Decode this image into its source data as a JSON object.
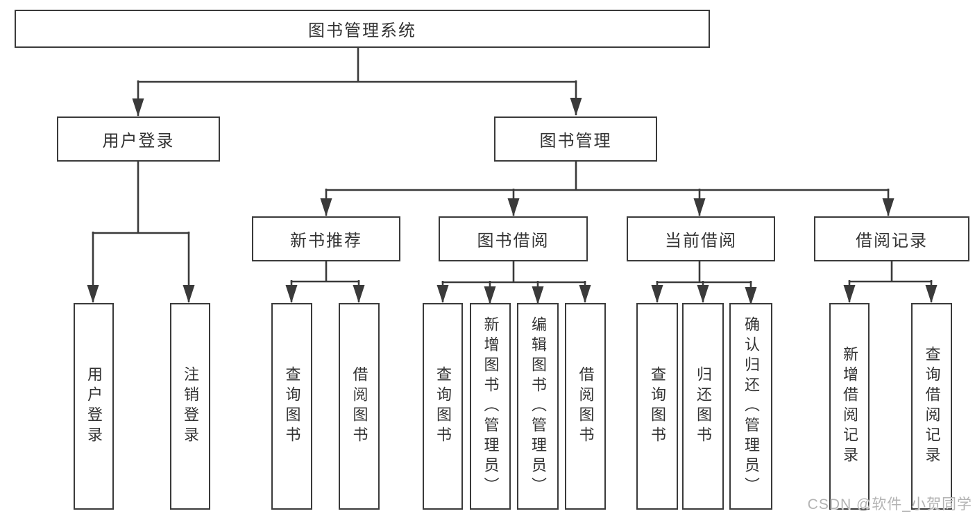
{
  "diagram": {
    "root": {
      "label": "图书管理系统"
    },
    "level2": {
      "user_login": {
        "label": "用户登录"
      },
      "book_management": {
        "label": "图书管理"
      }
    },
    "level3": {
      "new_book_recommend": {
        "label": "新书推荐"
      },
      "book_borrow": {
        "label": "图书借阅"
      },
      "current_borrow": {
        "label": "当前借阅"
      },
      "borrow_records": {
        "label": "借阅记录"
      }
    },
    "leaves": {
      "user_login": [
        "用户登录",
        "注销登录"
      ],
      "new_book_recommend": [
        "查询图书",
        "借阅图书"
      ],
      "book_borrow": [
        "查询图书",
        "新增图书（管理员）",
        "编辑图书（管理员）",
        "借阅图书"
      ],
      "current_borrow": [
        "查询图书",
        "归还图书",
        "确认归还（管理员）"
      ],
      "borrow_records": [
        "新增借阅记录",
        "查询借阅记录"
      ]
    }
  },
  "watermark": "CSDN @软件_小贺同学",
  "colors": {
    "line": "#3a3a3a",
    "text": "#333333",
    "background": "#ffffff",
    "watermark": "#b3b3b3"
  }
}
